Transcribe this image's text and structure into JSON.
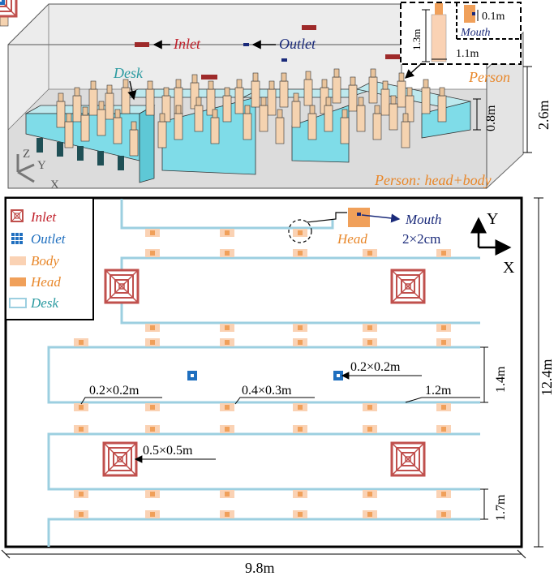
{
  "top_view": {
    "inlet_label": "Inlet",
    "outlet_label": "Outlet",
    "desk_label": "Desk",
    "person_label": "Person",
    "person_caption": "Person: head+body",
    "mouth_label": "Mouth",
    "dim_height_room": "2.6m",
    "dim_desk_height": "0.8m",
    "dim_person_height": "1.3m",
    "dim_person_width": "1.1m",
    "dim_mouth_offset": "0.1m",
    "axis_z": "Z",
    "axis_y": "Y",
    "axis_x": "X"
  },
  "legend": {
    "inlet": "Inlet",
    "outlet": "Outlet",
    "body": "Body",
    "head": "Head",
    "desk": "Desk"
  },
  "plan_view": {
    "head_label": "Head",
    "mouth_label": "Mouth",
    "mouth_size": "2×2cm",
    "axis_y": "Y",
    "axis_x": "X",
    "dim_outlet": "0.2×0.2m",
    "dim_body": "0.2×0.2m",
    "dim_desk_gap": "0.4×0.3m",
    "dim_inlet": "0.5×0.5m",
    "dim_aisle": "1.2m",
    "dim_desk_depth": "1.4m",
    "dim_row_spacing": "1.7m",
    "dim_length": "12.4m",
    "dim_width": "9.8m"
  },
  "colors": {
    "inlet": "#c0504d",
    "outlet": "#1f6fbf",
    "body": "#fad2b4",
    "head": "#f0a05a",
    "desk_stroke": "#9ccfe0",
    "desk_fill": "#aee8ee",
    "label_orange": "#e8872a",
    "label_blue": "#1a2a7a",
    "label_red": "#c0202a",
    "label_teal": "#2a9aa0"
  }
}
